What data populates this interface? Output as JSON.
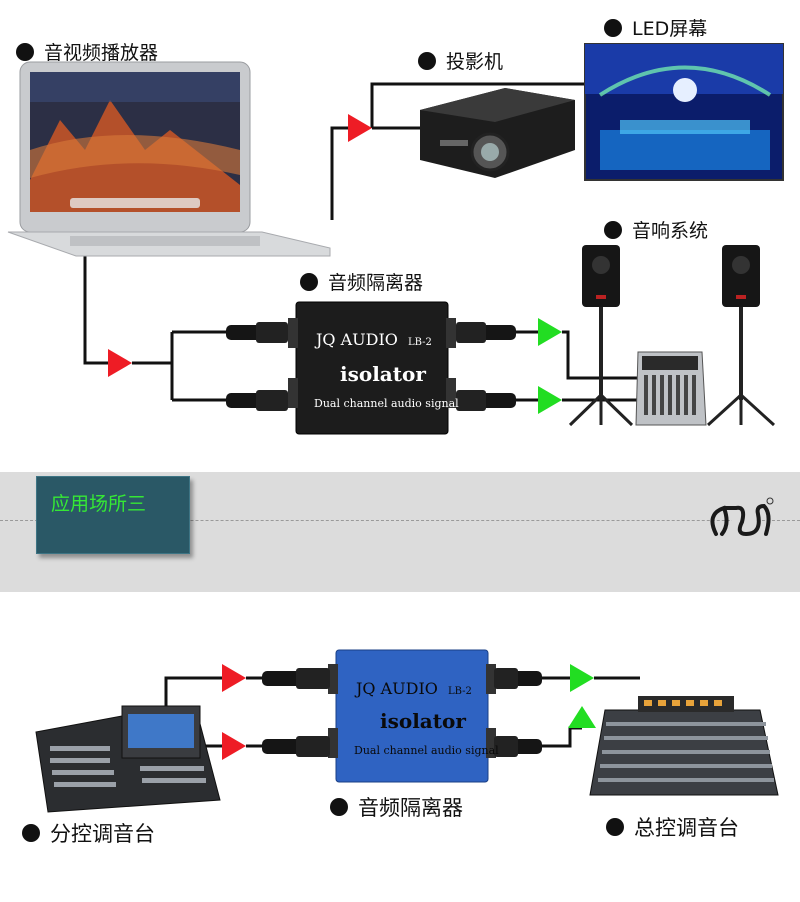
{
  "top_diagram": {
    "player_label": "音视频播放器",
    "projector_label": "投影机",
    "led_label": "LED屏幕",
    "speaker_label": "音响系统",
    "isolator_label": "音频隔离器",
    "isolator": {
      "brand": "JQ AUDIO",
      "model": "LB-2",
      "name": "isolator",
      "desc": "Dual channel audio signal"
    }
  },
  "section": {
    "title": "应用场所三"
  },
  "bottom_diagram": {
    "isolator_label": "音频隔离器",
    "sub_console_label": "分控调音台",
    "main_console_label": "总控调音台",
    "isolator": {
      "brand": "JQ AUDIO",
      "model": "LB-2",
      "name": "isolator",
      "desc": "Dual channel audio signal"
    }
  },
  "colors": {
    "arrow_red": "#ee1c25",
    "arrow_green": "#22dd22",
    "isolator_black": "#1c1c1c",
    "isolator_blue": "#2f63c2",
    "section_box": "#2a5866",
    "section_text": "#35e835"
  },
  "icons": [
    "laptop-icon",
    "projector-icon",
    "led-screen-icon",
    "speaker-icon",
    "mixer-icon",
    "xlr-connector-icon",
    "brand-logo-icon"
  ]
}
